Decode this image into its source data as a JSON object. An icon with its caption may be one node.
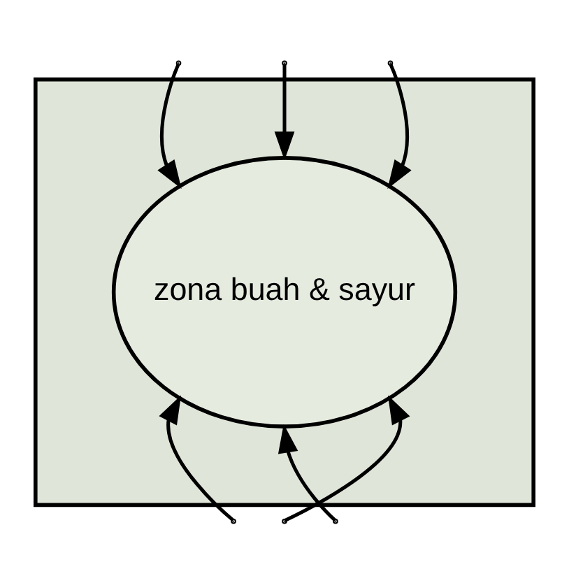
{
  "diagram": {
    "nodes": [
      {
        "text": [],
        "shape": "box"
      },
      {
        "text": [
          "zona buah & sayur"
        ],
        "in": 0
      }
    ],
    "edges": [
      {
        "from": null,
        "to": 1,
        "arrow": "to"
      },
      {
        "from": null,
        "to": 1,
        "arrow": "to"
      },
      {
        "from": null,
        "to": 1,
        "arrow": "to"
      },
      {
        "from": null,
        "to": 1,
        "arrow": "to"
      },
      {
        "from": null,
        "to": 1,
        "arrow": "to"
      },
      {
        "from": null,
        "to": 1,
        "arrow": "to"
      }
    ]
  }
}
